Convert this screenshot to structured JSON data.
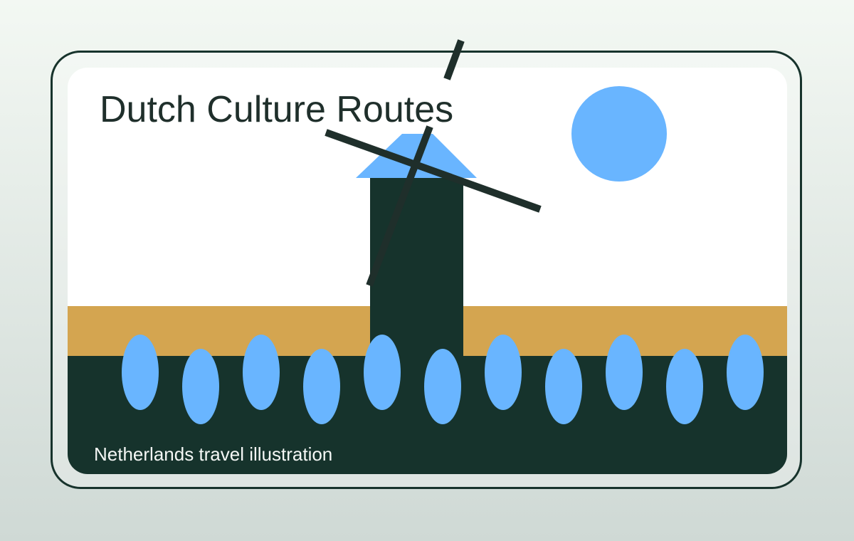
{
  "card": {
    "title": "Dutch Culture Routes",
    "caption": "Netherlands travel illustration"
  },
  "scene": {
    "elements": [
      "windmill",
      "sun",
      "wheat-field",
      "tulip-row"
    ],
    "tulip_count": 11,
    "colors": {
      "frame": "#17332c",
      "sky": "#ffffff",
      "sun": "#69b5ff",
      "field": "#d4a550",
      "ground": "#16332c",
      "windmill_body": "#16332c",
      "windmill_roof": "#69b5ff",
      "windmill_blades": "#1f2f2b",
      "tulips": "#69b5ff",
      "title_text": "#1f2f2b",
      "caption_text": "#f4f7f5"
    }
  }
}
